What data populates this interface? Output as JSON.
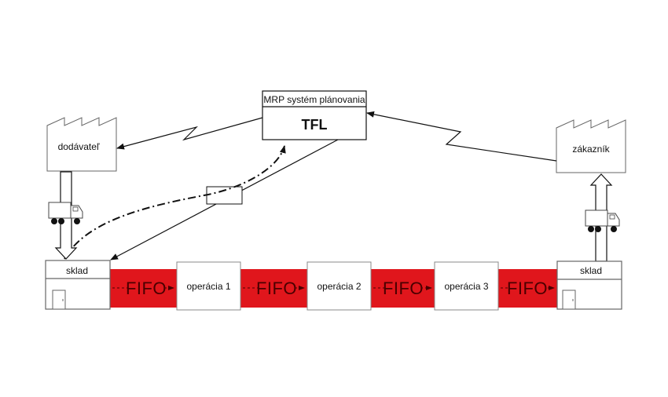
{
  "diagram": {
    "mrp_title": "MRP systém plánovania",
    "mrp_center": "TFL",
    "supplier": "dodávateľ",
    "customer": "zákazník",
    "warehouse_left": "sklad",
    "warehouse_right": "sklad",
    "operations": [
      "operácia 1",
      "operácia 2",
      "operácia 3"
    ],
    "fifo": [
      "FIFO",
      "FIFO",
      "FIFO",
      "FIFO"
    ],
    "colors": {
      "fifo_band": "#e0161c",
      "fifo_text": "#4a0000",
      "line": "#111111"
    }
  }
}
